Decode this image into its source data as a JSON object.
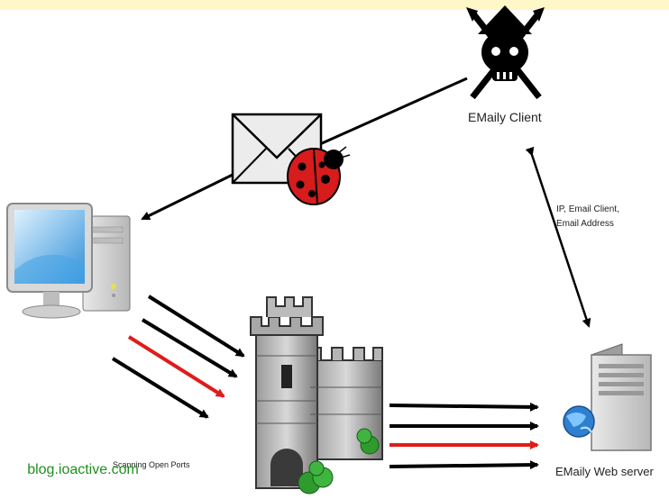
{
  "labels": {
    "email_client": "EMaily Client",
    "info_line1": "IP, Email Client,",
    "info_line2": "Email Address",
    "web_server": "EMaily Web server",
    "scanning_ports": "Scanning Open Ports"
  },
  "watermark": "blog.ioactive.com",
  "colors": {
    "arrow": "#000000",
    "highlight_arrow": "#e01b1b",
    "watermark": "#1f8f1f",
    "ladybug": "#d61c1c"
  },
  "icons": [
    "pirate-skull-icon",
    "envelope-icon",
    "ladybug-icon",
    "computer-icon",
    "castle-tower-icon",
    "server-icon"
  ]
}
